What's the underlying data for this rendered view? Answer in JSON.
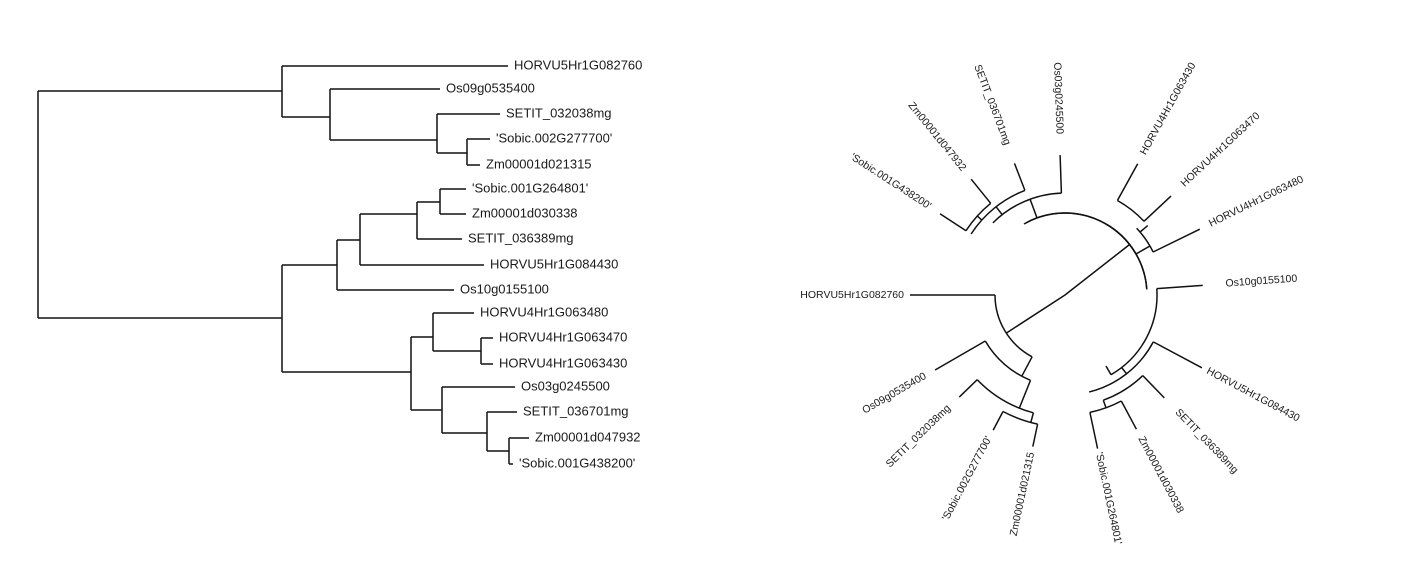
{
  "panels": {
    "rectangular": {
      "labels": [
        "HORVU5Hr1G082760",
        "Os09g0535400",
        "SETIT_032038mg",
        "'Sobic.002G277700'",
        "Zm00001d021315",
        "'Sobic.001G264801'",
        "Zm00001d030338",
        "SETIT_036389mg",
        "HORVU5Hr1G084430",
        "Os10g0155100",
        "HORVU4Hr1G063480",
        "HORVU4Hr1G063470",
        "HORVU4Hr1G063430",
        "Os03g0245500",
        "SETIT_036701mg",
        "Zm00001d047932",
        "'Sobic.001G438200'"
      ]
    },
    "circular": {
      "labels": [
        "HORVU5Hr1G082760",
        "Os09g0535400",
        "SETIT_032038mg",
        "'Sobic.002G277700'",
        "Zm00001d021315",
        "'Sobic.001G264801'",
        "Zm00001d030338",
        "SETIT_036389mg",
        "HORVU5Hr1G084430",
        "Os10g0155100",
        "HORVU4Hr1G063480",
        "HORVU4Hr1G063470",
        "HORVU4Hr1G063430",
        "Os03g0245500",
        "SETIT_036701mg",
        "Zm00001d047932",
        "'Sobic.001G438200'"
      ]
    }
  }
}
